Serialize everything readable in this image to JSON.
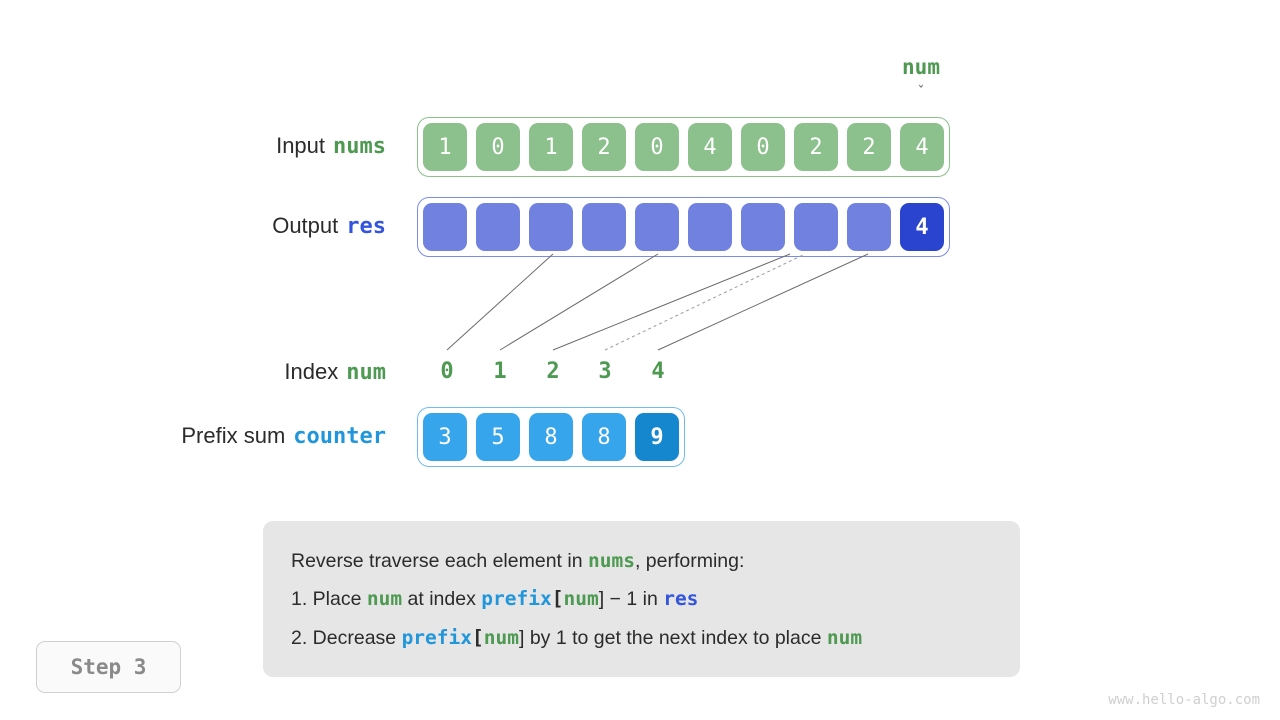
{
  "rows": {
    "input": {
      "label": "Input",
      "var": "nums",
      "values": [
        "1",
        "0",
        "1",
        "2",
        "0",
        "4",
        "0",
        "2",
        "2",
        "4"
      ]
    },
    "output": {
      "label": "Output",
      "var": "res",
      "values": [
        "",
        "",
        "",
        "",
        "",
        "",
        "",
        "",
        "",
        "4"
      ],
      "highlight_index": 9
    },
    "index": {
      "label": "Index",
      "var": "num",
      "values": [
        "0",
        "1",
        "2",
        "3",
        "4"
      ]
    },
    "prefix": {
      "label": "Prefix sum",
      "var": "counter",
      "values": [
        "3",
        "5",
        "8",
        "8",
        "9"
      ],
      "highlight_index": 4
    }
  },
  "pointer": {
    "name": "num",
    "arrow": "ˇ"
  },
  "caption": {
    "line1": {
      "a": "Reverse traverse each element in ",
      "b": "nums",
      "c": ", performing:"
    },
    "line2": {
      "a": "1. Place ",
      "b": "num",
      "c": " at index ",
      "d": "prefix",
      "e": "[",
      "f": "num",
      "g": "] − 1 in ",
      "h": "res"
    },
    "line3": {
      "a": "2. Decrease ",
      "b": "prefix",
      "c": "[",
      "d": "num",
      "e": "] by 1 to get the next index to place ",
      "f": "num"
    }
  },
  "step_badge": "Step 3",
  "watermark": "www.hello-algo.com",
  "colors": {
    "green": "#8cc08c",
    "green_text": "#4e9a52",
    "purple": "#7081e0",
    "purple_highlight": "#2b44cf",
    "cyan": "#36a5ec",
    "cyan_highlight": "#1587ce",
    "res_blue": "#3355dd",
    "caption_bg": "#e6e6e6"
  }
}
